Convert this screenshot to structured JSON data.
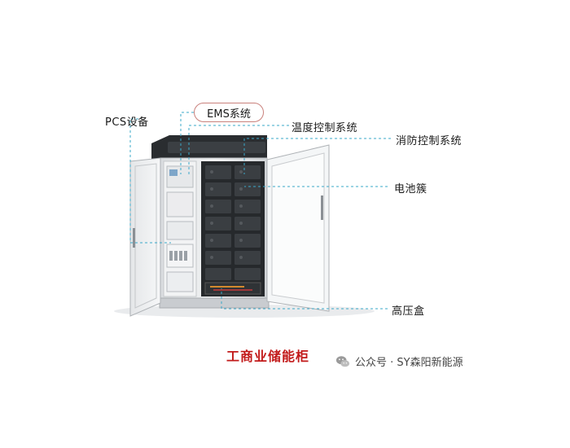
{
  "labels": {
    "pcs": "PCS设备",
    "ems": "EMS系统",
    "temp": "温度控制系统",
    "fire": "消防控制系统",
    "battery": "电池簇",
    "hv": "高压盒"
  },
  "caption": "工商业储能柜",
  "watermark": {
    "text": "公众号 · SY森阳新能源",
    "icon": "wechat-icon"
  },
  "colors": {
    "callout_line": "#3aa8c9",
    "ems_border": "#c9817c",
    "caption": "#c21a1a"
  }
}
